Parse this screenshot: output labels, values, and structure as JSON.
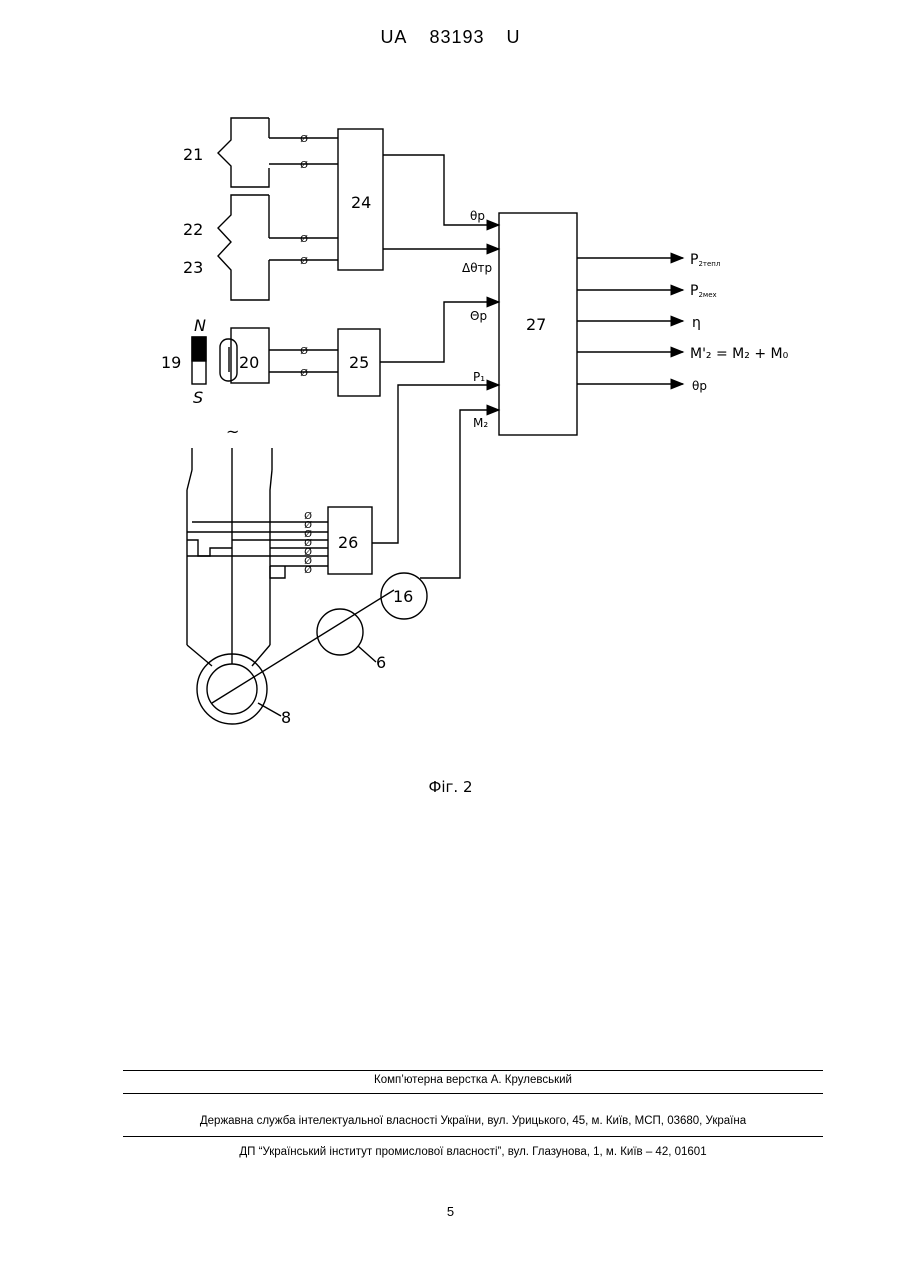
{
  "header": {
    "prefix": "UA",
    "number": "83193",
    "suffix": "U"
  },
  "figure": {
    "caption": "Фіг. 2",
    "labels": {
      "b19": "19",
      "b20": "20",
      "b21": "21",
      "b22": "22",
      "b23": "23",
      "b24": "24",
      "b25": "25",
      "b26": "26",
      "b27": "27",
      "b16": "16",
      "b6": "6",
      "b8": "8",
      "north": "N",
      "south": "S",
      "ac": "~"
    },
    "inputs": {
      "theta_p": "θр",
      "delta_theta": "Δθтр",
      "omega_p": "Θр",
      "p1": "P₁",
      "m2": "M₂"
    },
    "outputs": {
      "p2tepl": "P",
      "p2tepl_sub": "2тепл",
      "p2mex": "P",
      "p2mex_sub": "2мех",
      "eta": "η",
      "m2eq": "M'₂ = M₂ + M₀",
      "theta_out": "θр"
    },
    "terminal_symbol": "Ø"
  },
  "footer": {
    "layout": "Комп’ютерна верстка А. Крулевський",
    "service": "Державна служба інтелектуальної власності України, вул. Урицького, 45, м. Київ, МСП, 03680, Україна",
    "institute": "ДП “Український інститут промислової власності”, вул. Глазунова, 1, м. Київ – 42, 01601"
  },
  "page_number": "5"
}
